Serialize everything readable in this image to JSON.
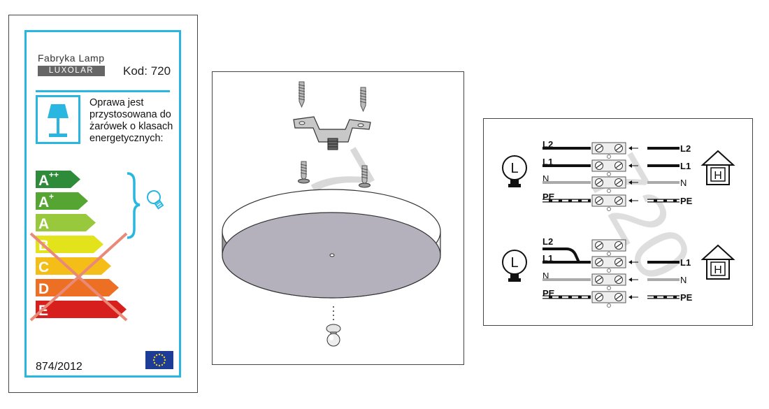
{
  "label": {
    "brand": "Fabryka Lamp",
    "model_name": "LUXOLAR",
    "code": "Kod: 720",
    "suited_text": [
      "Oprawa jest",
      "przystosowana do",
      "żarówek o klasach",
      "energetycznych:"
    ],
    "energy_classes": [
      {
        "label": "A",
        "sup": "++",
        "color": "#2e8b3a",
        "crossed": false
      },
      {
        "label": "A",
        "sup": "+",
        "color": "#55a532",
        "crossed": false
      },
      {
        "label": "A",
        "sup": "",
        "color": "#98c93c",
        "crossed": false
      },
      {
        "label": "B",
        "sup": "",
        "color": "#e3e31c",
        "crossed": true
      },
      {
        "label": "C",
        "sup": "",
        "color": "#f5bd18",
        "crossed": true
      },
      {
        "label": "D",
        "sup": "",
        "color": "#ec6f23",
        "crossed": true
      },
      {
        "label": "E",
        "sup": "",
        "color": "#d7201e",
        "crossed": true
      }
    ],
    "regulation": "874/2012",
    "accent_color": "#29b6e0",
    "cross_color": "#e98a78"
  },
  "installation": {
    "watermark": "720"
  },
  "wiring": {
    "watermark": "720",
    "lamp_symbol": "L",
    "house_symbol": "H",
    "diagrams": [
      {
        "left_labels": [
          "L2",
          "L1",
          "N",
          "PE"
        ],
        "right_labels": [
          "L2",
          "L1",
          "N",
          "PE"
        ]
      },
      {
        "left_labels": [
          "L2",
          "L1",
          "N",
          "PE"
        ],
        "right_labels": [
          "L1",
          "N",
          "PE"
        ]
      }
    ]
  }
}
